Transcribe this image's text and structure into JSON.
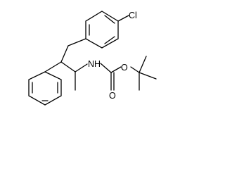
{
  "molecule": {
    "atoms": [
      {
        "id": "cl",
        "label": "Cl"
      },
      {
        "id": "nh",
        "label": "NH"
      },
      {
        "id": "o1",
        "label": "O"
      },
      {
        "id": "o2",
        "label": "O"
      }
    ]
  },
  "colors": {
    "bond": "#000000",
    "background": "#ffffff"
  }
}
